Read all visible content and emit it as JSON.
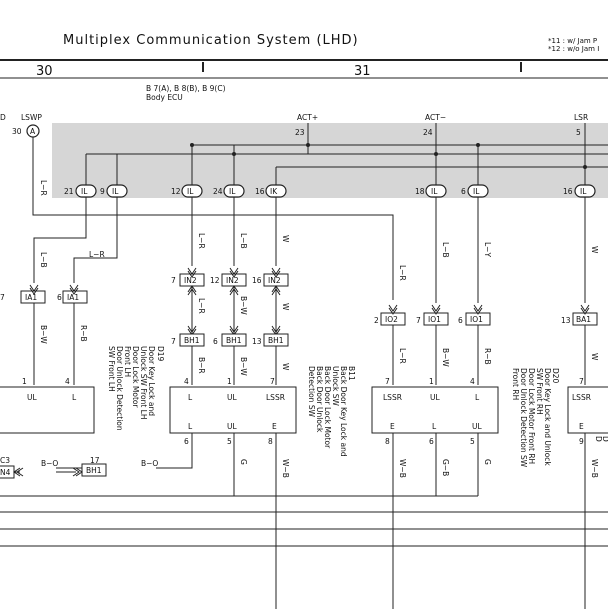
{
  "header": {
    "title": "Multiplex Communication System (LHD)",
    "note1": "*11 : w/ Jam P",
    "note2": "*12 : w/o Jam I"
  },
  "grid": {
    "col30": "30",
    "col31": "31"
  },
  "ecu": {
    "line1": "B 7(A), B 8(B), B 9(C)",
    "line2": "Body ECU",
    "term_lswp": "LSWP",
    "term_act_plus": "ACT+",
    "term_act_minus": "ACT−",
    "term_lsr": "LSR",
    "term_left_frag": "D",
    "pins": {
      "p30": "30",
      "p23": "23",
      "p24": "24",
      "p5": "5",
      "p21": "21",
      "p9": "9",
      "p12": "12",
      "p24b": "24",
      "p16": "16",
      "p18": "18",
      "p6": "6",
      "p16b": "16"
    },
    "connectors": {
      "A": "A",
      "IL": "IL",
      "IK": "IK"
    }
  },
  "wires": {
    "lr": "L−R",
    "lb": "L−B",
    "w": "W",
    "ly": "L−Y",
    "bw": "B−W",
    "rb": "R−B",
    "br": "B−R",
    "bo": "B−O",
    "wb": "W−B",
    "g": "G",
    "gb": "G−B"
  },
  "junctions": {
    "in2": "IN2",
    "ia1": "IA1",
    "io2": "IO2",
    "io1": "IO1",
    "ba1": "BA1",
    "bh1": "BH1",
    "n4": "N4",
    "c3": "C3",
    "pin7": "7",
    "pin6": "6",
    "pin12": "12",
    "pin16": "16",
    "pin13": "13",
    "pin2": "2",
    "pin17": "17"
  },
  "components": {
    "d19": {
      "code": "D19",
      "desc": [
        "Door Key Lock and",
        "Unlock SW Front LH",
        "Door Lock Motor",
        "Front LH",
        "Door Unlock Detection",
        "SW Front LH"
      ]
    },
    "b11": {
      "code": "B11",
      "desc": [
        "Back Door Key Lock and",
        "Unlock SW",
        "Back Door Lock Motor",
        "Back Door Unlock",
        "Detection SW"
      ]
    },
    "d20": {
      "code": "D20",
      "desc": [
        "Door Key Lock and Unlock",
        "SW Front RH",
        "Door Lock Motor Front RH",
        "Door Unlock Detection SW",
        "Front RH"
      ]
    },
    "left_box": {
      "t1": "UL",
      "t2": "L",
      "p1": "1",
      "p4": "4"
    },
    "b11_box": {
      "t1": "L",
      "t2": "UL",
      "t3": "LSSR",
      "t4": "L",
      "t5": "UL",
      "t6": "E",
      "p4": "4",
      "p1": "1",
      "p7": "7",
      "p6": "6",
      "p5": "5",
      "p8": "8"
    },
    "d20_box": {
      "t1": "LSSR",
      "t2": "UL",
      "t3": "L",
      "t4": "E",
      "t5": "L",
      "t6": "UL",
      "p7": "7",
      "p1": "1",
      "p4": "4",
      "p8": "8",
      "p6": "6",
      "p5": "5"
    },
    "right_box": {
      "t1": "LSSR",
      "t2": "E",
      "p7": "7",
      "p9": "9",
      "frag": [
        "D",
        "D",
        "D",
        "D"
      ]
    }
  }
}
